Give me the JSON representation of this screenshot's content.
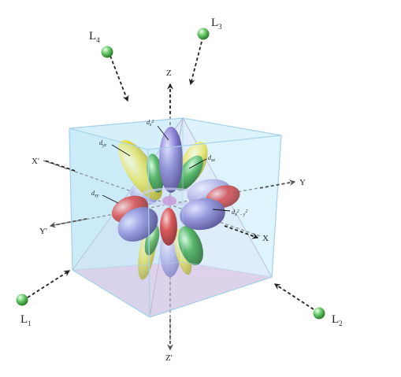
{
  "ligands": [
    {
      "id": "L1",
      "letter": "L",
      "sub": "1"
    },
    {
      "id": "L2",
      "letter": "L",
      "sub": "2"
    },
    {
      "id": "L3",
      "letter": "L",
      "sub": "3"
    },
    {
      "id": "L4",
      "letter": "L",
      "sub": "4"
    }
  ],
  "axes": {
    "x": "X",
    "x_neg": "X'",
    "y": "Y",
    "y_neg": "Y'",
    "z": "Z",
    "z_neg": "Z'"
  },
  "orbitals": {
    "dz2": {
      "base": "d",
      "sub": "z",
      "sup": "2"
    },
    "dyz": {
      "base": "d",
      "sub": "yz"
    },
    "dxz": {
      "base": "d",
      "sub": "xz"
    },
    "dxy": {
      "base": "d",
      "sub": "xy"
    },
    "dx2y2": {
      "base": "d",
      "sub": "x",
      "sup": "2",
      "sub2": " - y",
      "sup2": "2"
    }
  },
  "colors": {
    "cube_fill": "#bfe6f7",
    "tetra_fill": "#d7a8d8",
    "dz2": "#6b5fb0",
    "dx2y2": "#7d74c9",
    "dxy": "#d62828",
    "dyz": "#e8dc3a",
    "dxz": "#2f9e3a",
    "ligand": "#5ec25e"
  }
}
